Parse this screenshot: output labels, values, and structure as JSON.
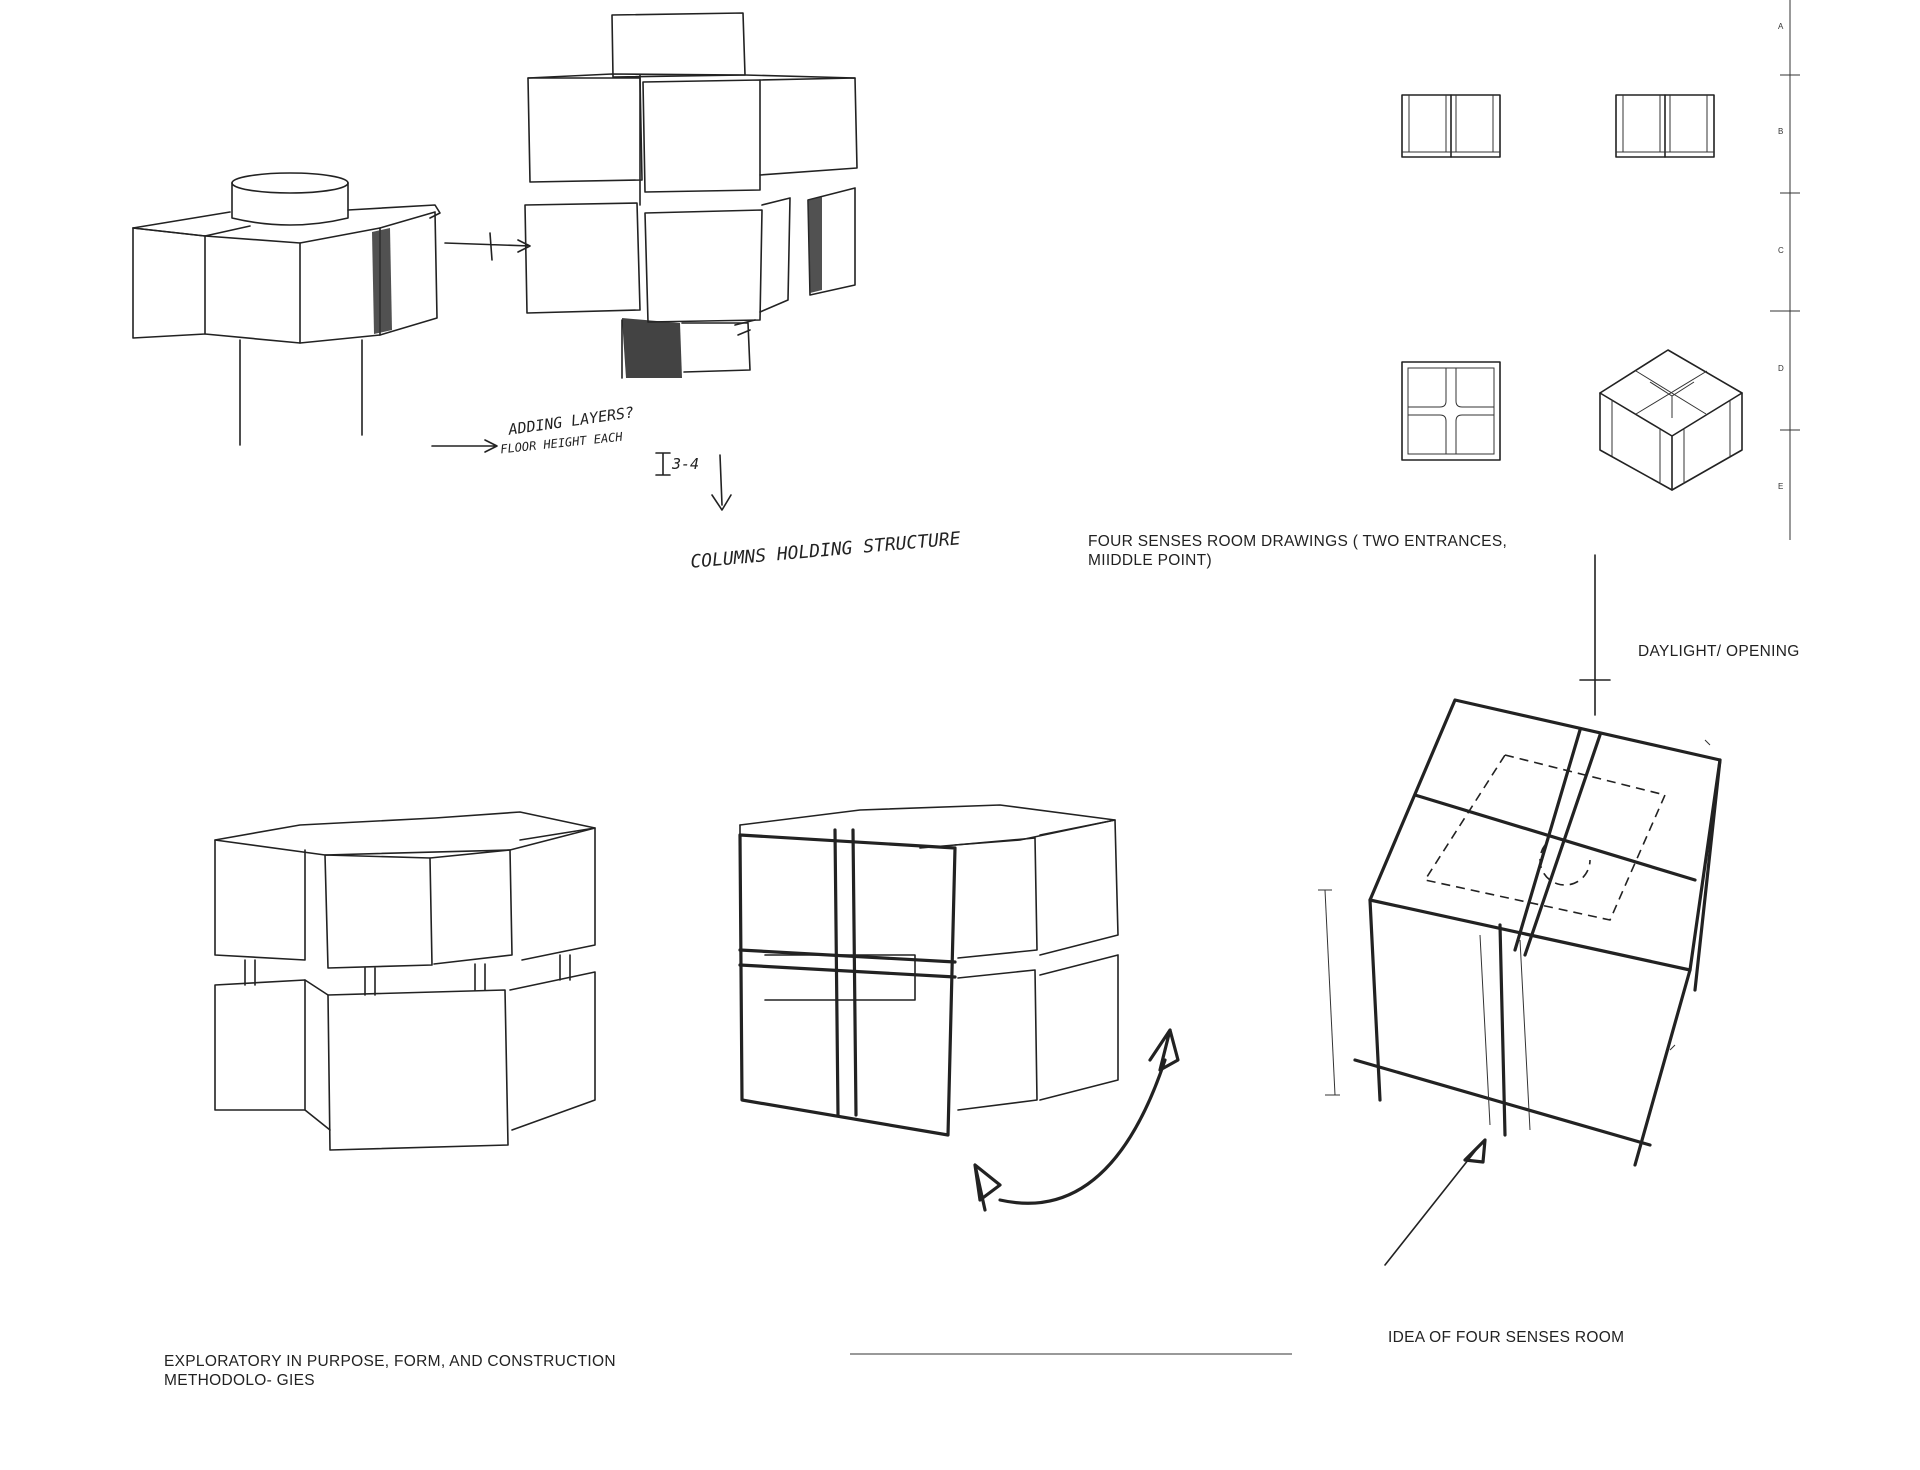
{
  "sketch_notes": {
    "adding": "ADDING LAYERS?",
    "floor": "FLOOR HEIGHT EACH",
    "range": "3-4",
    "columns": "COLUMNS HOLDING STRUCTURE"
  },
  "captions": {
    "four_senses_drawings": "FOUR SENSES ROOM DRAWINGS ( TWO ENTRANCES, MIIDDLE POINT)",
    "daylight": "DAYLIGHT/ OPENING",
    "idea": "IDEA OF FOUR SENSES ROOM",
    "exploratory": "EXPLORATORY IN PURPOSE, FORM, AND CONSTRUCTION METHODOLO- GIES"
  },
  "grid_labels": [
    "A",
    "B",
    "C",
    "D",
    "E"
  ]
}
